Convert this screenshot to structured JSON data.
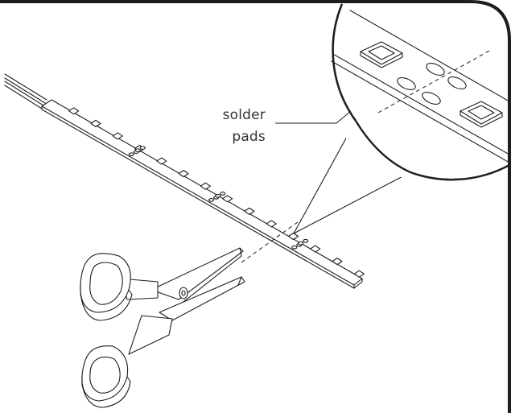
{
  "callout": {
    "label_line1": "solder",
    "label_line2": "pads"
  },
  "colors": {
    "frame": "#1e1e1e",
    "ink": "#1e1e1e",
    "background": "#ffffff",
    "label": "#333333"
  },
  "icons": [
    "led-strip",
    "scissors",
    "magnifier-callout",
    "cut-line"
  ]
}
